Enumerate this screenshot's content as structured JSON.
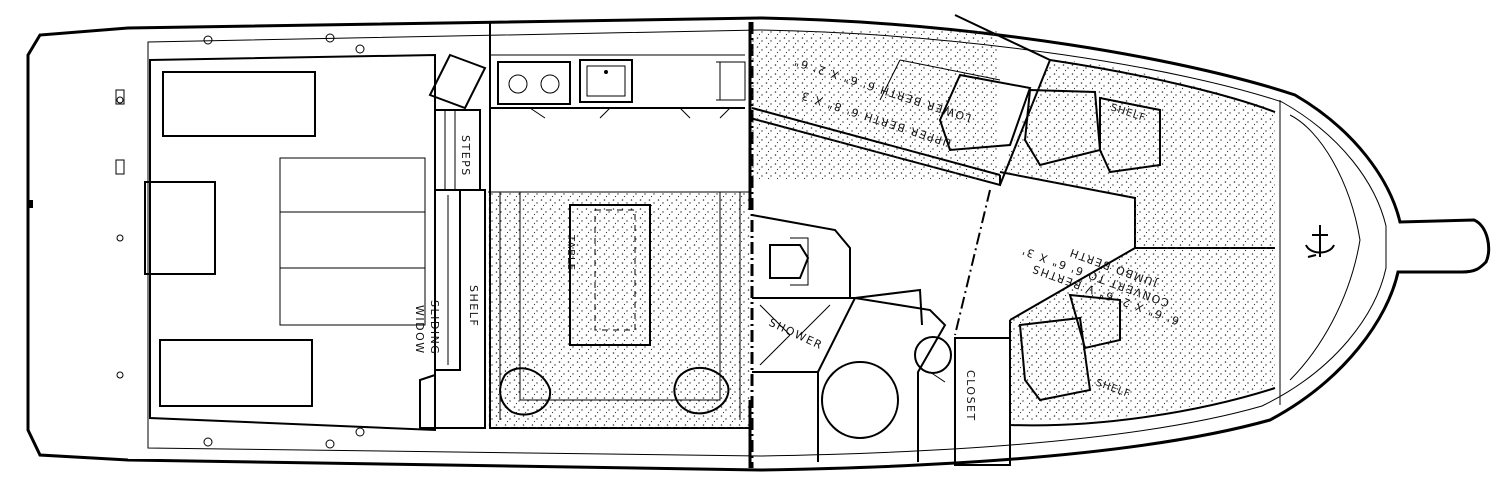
{
  "labels": {
    "steps": "STEPS",
    "shelf_left": "SHELF",
    "sliding_window_1": "SLIDING",
    "sliding_window_2": "WIDOW",
    "table": "TABLE",
    "shower": "SHOWER",
    "closet": "CLOSET",
    "upper_berth": "UPPER BERTH 6' 8\" X 3",
    "lower_berth": "LOWER BERTH 6' 6\" X 2' 6\"",
    "v_berths": "6' 6\" X 2' 6\" V BERTHS",
    "convert": "CONVERT TO 6' 6\" X 3'",
    "jumbo": "JUMBO BERTH",
    "shelf_fwd": "SHELF",
    "shelf_bow": "SHELF"
  },
  "icons": [
    "anchor-icon"
  ],
  "colors": {
    "line": "#000000",
    "background": "#ffffff",
    "stipple": "#333333"
  }
}
